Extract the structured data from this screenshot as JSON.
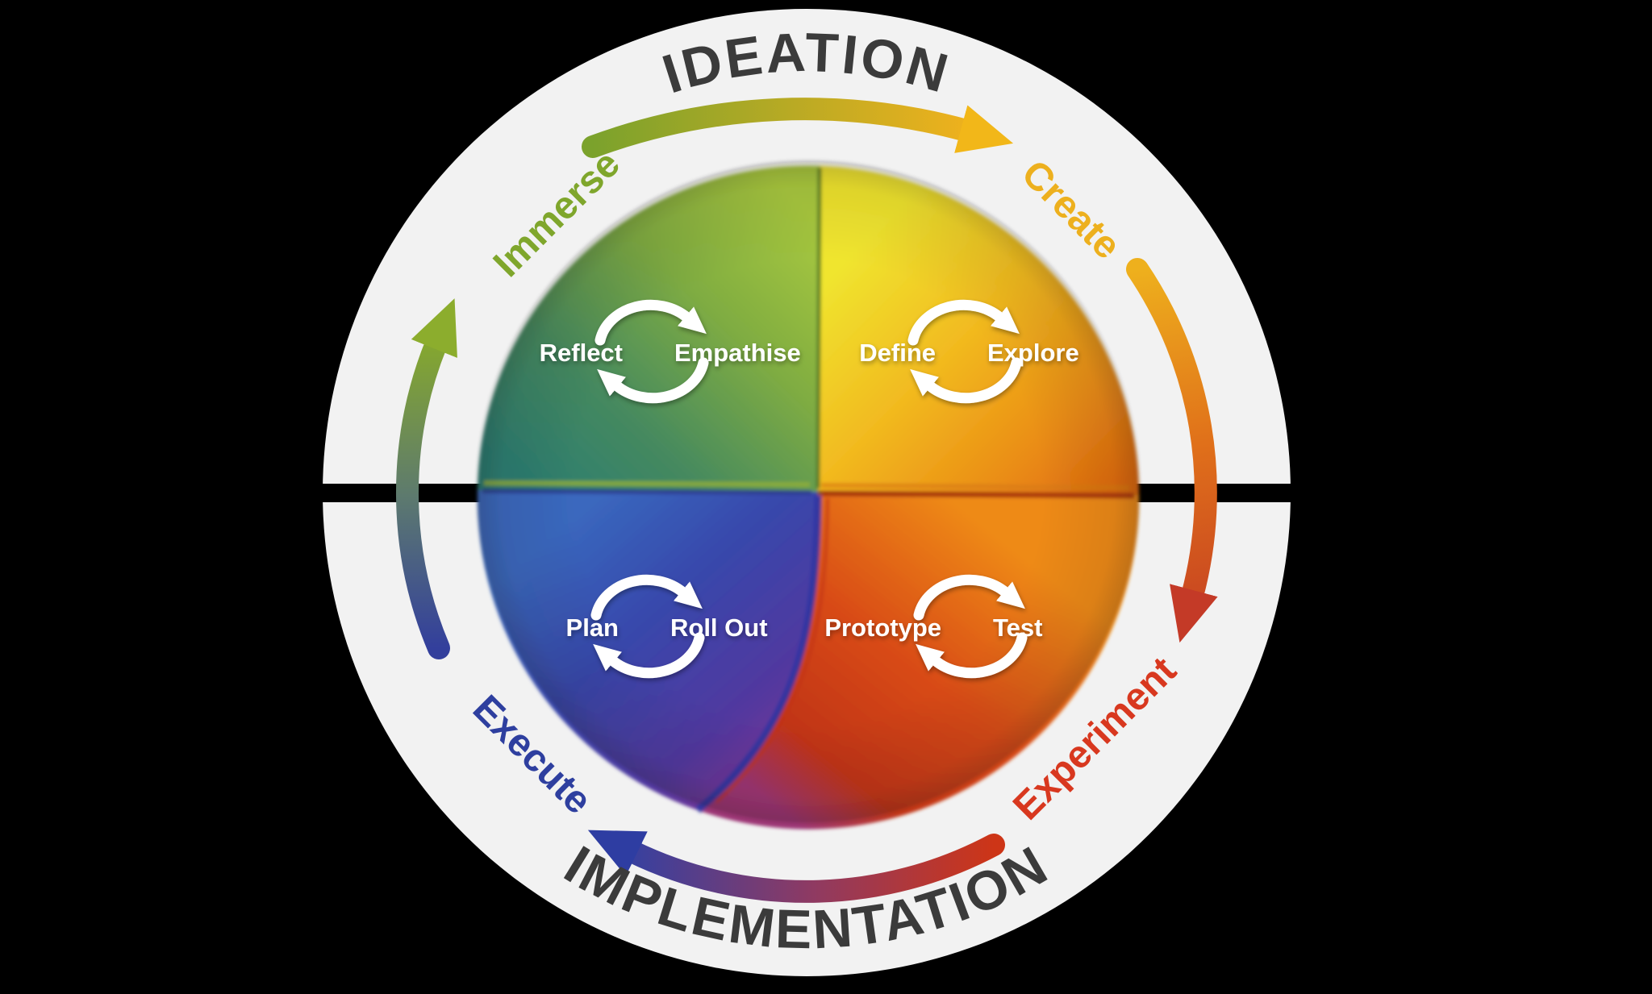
{
  "diagram": {
    "title_top": "IDEATION",
    "title_bottom": "IMPLEMENTATION",
    "ring_labels": {
      "immerse": "Immerse",
      "create": "Create",
      "experiment": "Experiment",
      "execute": "Execute"
    },
    "quadrants": {
      "immerse": {
        "left": "Reflect",
        "right": "Empathise"
      },
      "create": {
        "left": "Define",
        "right": "Explore"
      },
      "execute": {
        "left": "Plan",
        "right": "Roll Out"
      },
      "experiment": {
        "left": "Prototype",
        "right": "Test"
      }
    },
    "colors": {
      "background": "#000000",
      "ring_white": "#f2f2f2",
      "phase_text": "#3b3b3b",
      "immerse_green": "#7fa62c",
      "create_yellow": "#edb01e",
      "experiment_red": "#d8381f",
      "execute_blue": "#2e3f9f",
      "cycle_arrow_white": "#ffffff"
    }
  }
}
